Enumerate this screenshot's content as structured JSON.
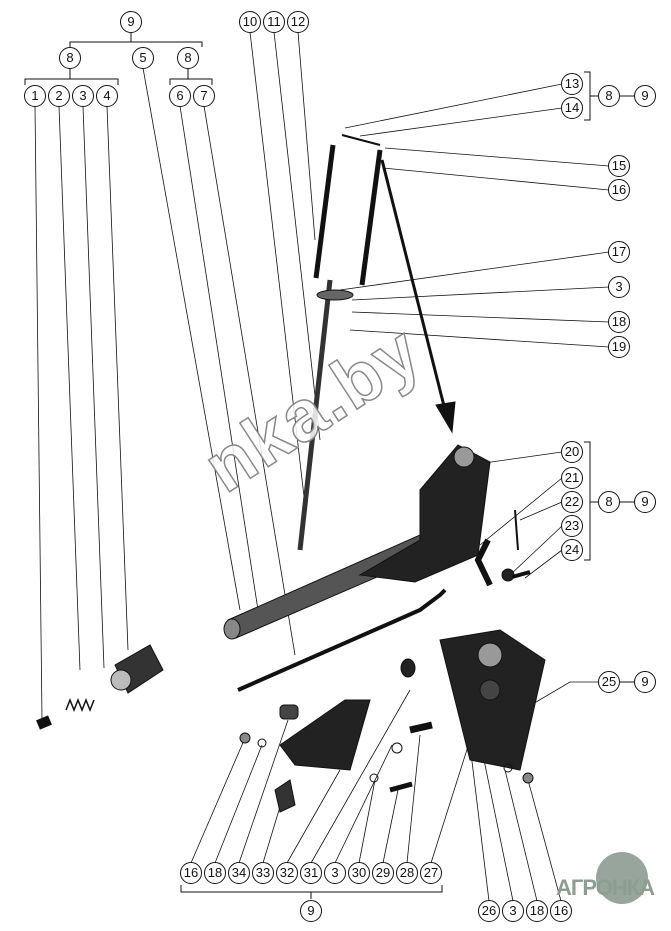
{
  "diagram": {
    "watermark": "nka.by",
    "logo": "АГРОНКА",
    "callouts": [
      "9",
      "8",
      "5",
      "8",
      "1",
      "2",
      "3",
      "4",
      "6",
      "7",
      "10",
      "11",
      "12",
      "13",
      "14",
      "8",
      "9",
      "15",
      "16",
      "17",
      "3",
      "18",
      "19",
      "20",
      "21",
      "22",
      "23",
      "24",
      "8",
      "9",
      "25",
      "9",
      "16",
      "18",
      "34",
      "33",
      "32",
      "31",
      "3",
      "30",
      "29",
      "28",
      "27",
      "9",
      "26",
      "3",
      "18",
      "16"
    ]
  }
}
